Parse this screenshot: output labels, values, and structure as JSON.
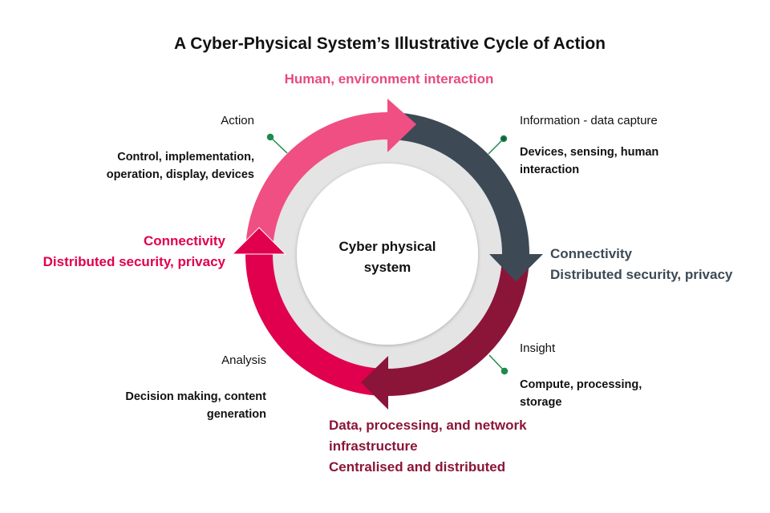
{
  "title": "A Cyber-Physical System’s Illustrative Cycle of Action",
  "center_label": [
    "Cyber physical",
    "system"
  ],
  "top_heading": "Human, environment interaction",
  "stages": {
    "action": {
      "label": "Action",
      "details": [
        "Control, implementation,",
        "operation, display, devices"
      ]
    },
    "information": {
      "label": "Information - data capture",
      "details": [
        "Devices, sensing, human",
        "interaction"
      ]
    },
    "insight": {
      "label": "Insight",
      "details": [
        "Compute, processing,",
        "storage"
      ]
    },
    "analysis": {
      "label": "Analysis",
      "details": [
        "Decision making, content",
        "generation"
      ]
    }
  },
  "right_heading": [
    "Connectivity",
    "Distributed security, privacy"
  ],
  "left_heading": [
    "Connectivity",
    "Distributed security, privacy"
  ],
  "bottom_heading": [
    "Data, processing, and network",
    "infrastructure",
    "Centralised and distributed"
  ],
  "colors": {
    "pink": "#ef4f82",
    "slate": "#3d4a55",
    "maroon": "#8b1538",
    "red": "#e0004d",
    "leader": "#1f8a4c"
  }
}
